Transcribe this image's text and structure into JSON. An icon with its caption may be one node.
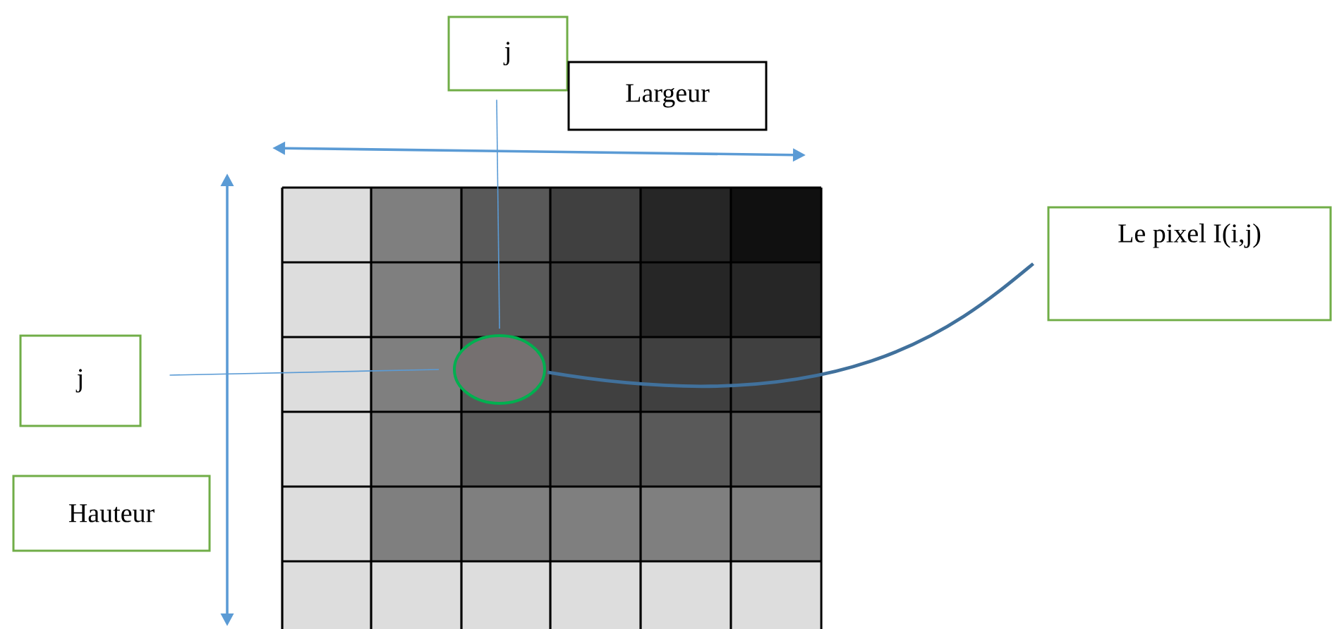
{
  "diagram": {
    "nodes": [
      {
        "text": [
          "j"
        ]
      },
      {
        "text": [
          "Largeur"
        ]
      },
      {
        "text": [
          "Le pixel I(i,j)"
        ]
      },
      {
        "text": [
          "j"
        ]
      },
      {
        "text": [
          "Hauteur"
        ]
      },
      {
        "text": [],
        "shape": "circle"
      }
    ],
    "edges": [
      {
        "from": 0,
        "to": 5,
        "arrow": "none"
      },
      {
        "from": 3,
        "to": 5,
        "arrow": "none"
      },
      {
        "from": 2,
        "to": 5,
        "arrow": "none",
        "style": "thick",
        "color": "#41719c"
      }
    ]
  }
}
